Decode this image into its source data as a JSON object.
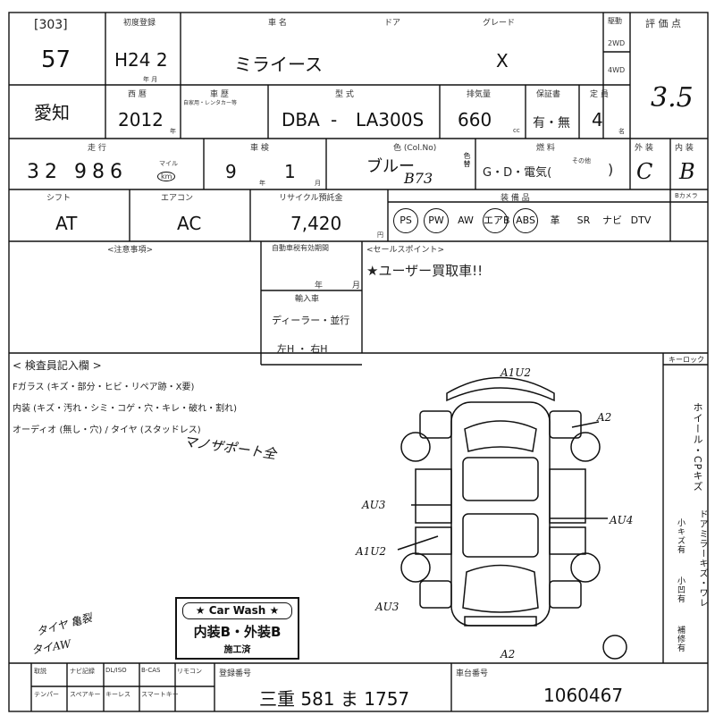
{
  "sheet": {
    "title_top": "オークション出品票",
    "lot_code": "[303]",
    "lot_no": "57",
    "reg_label": "初度登録",
    "reg_value": "H24 2",
    "reg_sub": "年 月",
    "name_label": "車 名",
    "door_label": "ドア",
    "grade_label": "グレード",
    "car_name": "ミライース",
    "grade": "X",
    "drive_label": "駆動",
    "drive_2wd": "2WD",
    "drive_4wd": "4WD",
    "score_label": "評 価 点",
    "score": "3.5",
    "region": "愛知",
    "year_label": "西 暦",
    "year": "2012",
    "year_unit": "年",
    "cert_label": "車 歴",
    "cert_sub": "自家用・レンタカー等",
    "model_label": "型 式",
    "model_prefix": "DBA",
    "model_dash": "-",
    "model_code": "LA300S",
    "cc_label": "排気量",
    "cc": "660",
    "cc_unit": "cc",
    "inspect_label": "保証書",
    "inspect_value": "有・無",
    "seats_label": "定 員",
    "seats": "4",
    "seats_unit": "名",
    "mileage_label": "走 行",
    "mileage": "32 986",
    "mileage_unit": "マイル",
    "km_label": "km",
    "shaken_label": "車 検",
    "shaken_year": "9",
    "shaken_month": "1",
    "shaken_y_unit": "年",
    "shaken_m_unit": "月",
    "color_label": "色 (Col.No)",
    "color": "ブルー",
    "color_code": "B73",
    "repaint_label": "色替",
    "fuel_label": "燃 料",
    "fuel_value": "G・D・電気(",
    "fuel_other": "その他",
    "fuel_close": ")",
    "ext_label": "外 装",
    "ext_grade": "C",
    "int_label": "内 装",
    "int_grade": "B",
    "shift_label": "シフト",
    "shift": "AT",
    "ac_label": "エアコン",
    "ac": "AC",
    "recycle_label": "リサイクル預託金",
    "recycle": "7,420",
    "recycle_unit": "円",
    "equip_label": "装 備 品",
    "option_label": "Bカメラ",
    "equipment": [
      {
        "label": "PS",
        "circled": true
      },
      {
        "label": "PW",
        "circled": true
      },
      {
        "label": "AW",
        "circled": false
      },
      {
        "label": "エアB",
        "circled": true
      },
      {
        "label": "ABS",
        "circled": true
      },
      {
        "label": "革",
        "circled": false
      },
      {
        "label": "SR",
        "circled": false
      },
      {
        "label": "ナビ",
        "circled": false
      },
      {
        "label": "DTV",
        "circled": false
      }
    ],
    "notes_label": "<注意事項>",
    "validity_label": "自動車税有効期間",
    "validity_y": "年",
    "validity_m": "月",
    "import_label": "輸入車",
    "import_dealer": "ディーラー・並行",
    "import_lr": "左H ・ 右H",
    "sales_label": "<セールスポイント>",
    "sales_point": "★ユーザー買取車!!",
    "inspector_label": "< 検査員記入欄 >",
    "inspect_lines": [
      "Fガラス (キズ・部分・ヒビ・リペア跡・X要)",
      "内装 (キズ・汚れ・シミ・コゲ・穴・キレ・破れ・割れ)",
      "オーディオ (無し・穴) / タイヤ (スタッドレス)"
    ],
    "hand_note1": "マノザポート全",
    "hand_note2": "タイヤ 亀裂",
    "hand_note3": "タイAW",
    "key_label": "キーロック",
    "side_text_1": "ホイール・CPキズ",
    "side_text_2": "ドアミラーキズ・ワレ",
    "side_text_3": "小キズ有",
    "side_text_4": "小凹有",
    "side_text_5": "補修有",
    "diagram_marks": [
      "A1U2",
      "A2",
      "AU3",
      "AU4",
      "A1U2",
      "AU3",
      "A2"
    ],
    "carwash_title": "★ Car Wash ★",
    "carwash_main": "内装B・外装B",
    "carwash_sub": "施工済",
    "plate_label": "登録番号",
    "plate": "三重 581 ま 1757",
    "chassis_label": "車台番号",
    "chassis": "1060467",
    "bottom_items_row1": [
      "取説",
      "ナビ記録",
      "DL/ISO",
      "B-CAS",
      "リモコン"
    ],
    "bottom_items_row2": [
      "テンパー",
      "スペアキー",
      "キーレス",
      "スマートキー",
      ""
    ]
  }
}
